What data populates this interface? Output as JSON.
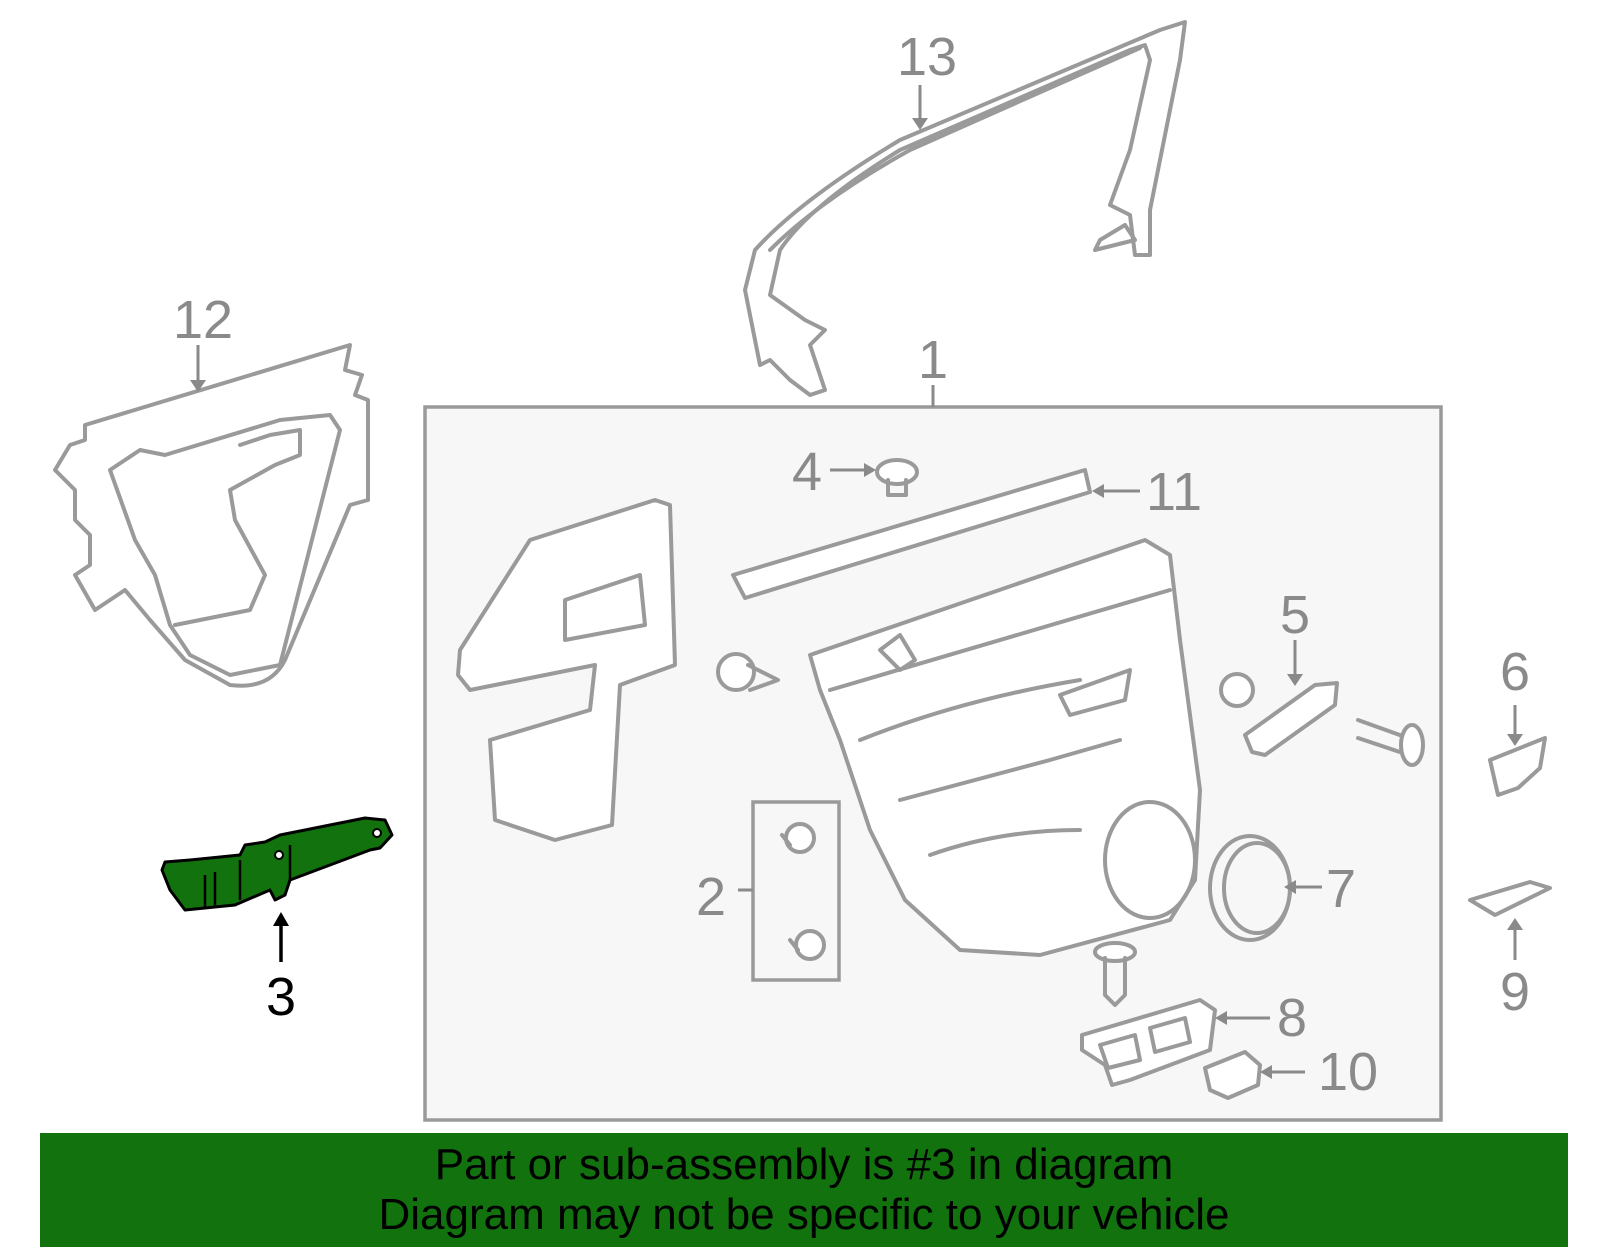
{
  "callouts": {
    "c1": "1",
    "c2": "2",
    "c3": "3",
    "c4": "4",
    "c5": "5",
    "c6": "6",
    "c7": "7",
    "c8": "8",
    "c9": "9",
    "c10": "10",
    "c11": "11",
    "c12": "12",
    "c13": "13"
  },
  "highlighted_part": "3",
  "colors": {
    "highlight": "#11720e",
    "outline": "#9a9a9a",
    "panel_bg": "#f7f7f7",
    "banner": "#11720e"
  },
  "banner": {
    "line1": "Part or sub-assembly is #3 in diagram",
    "line2": "Diagram may not be specific to your vehicle"
  }
}
